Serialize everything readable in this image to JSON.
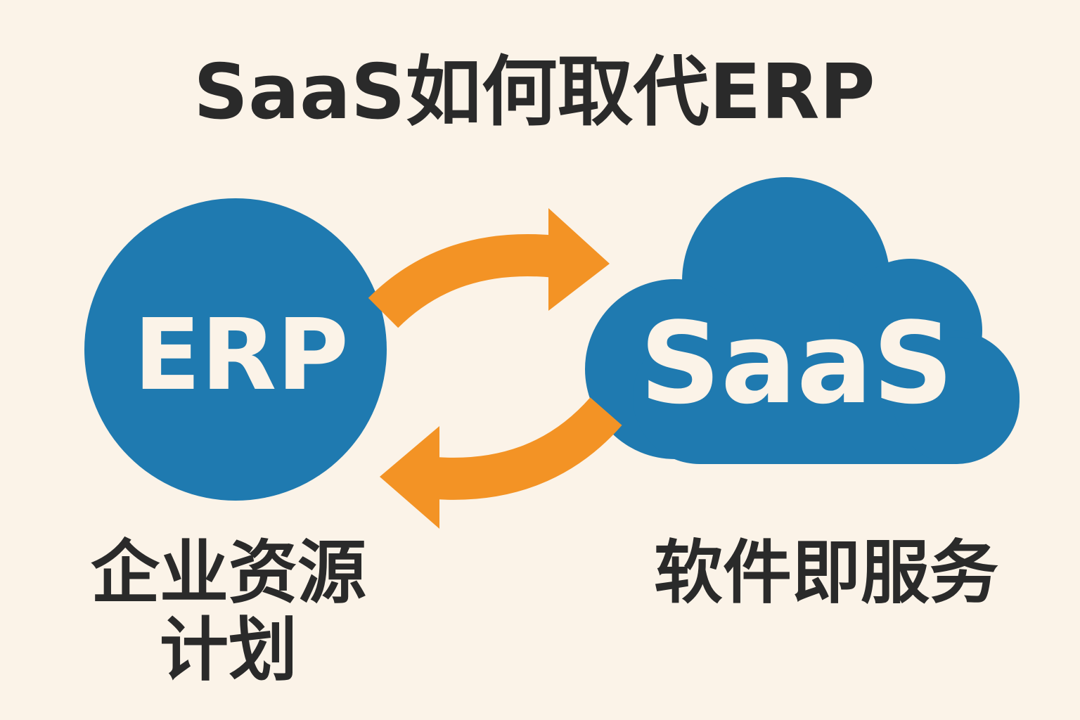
{
  "title": "SaaS如何取代ERP",
  "erp": {
    "label": "ERP",
    "description_line1": "企业资源",
    "description_line2": "计划"
  },
  "saas": {
    "label": "SaaS",
    "description": "软件即服务"
  },
  "colors": {
    "background": "#FBF3E8",
    "blue": "#1F7AB0",
    "orange": "#F39325",
    "text": "#2A2A2A",
    "white": "#FBF3E8"
  }
}
